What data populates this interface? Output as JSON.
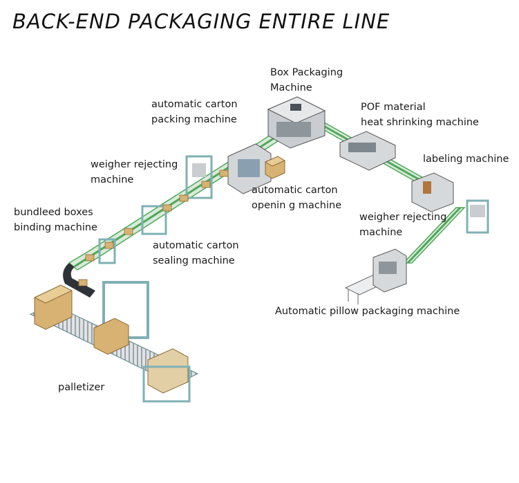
{
  "title": "BACK-END PACKAGING ENTIRE LINE",
  "labels": {
    "box_packaging": [
      "Box Packaging",
      "Machine"
    ],
    "carton_packing": [
      "automatic carton",
      "packing machine"
    ],
    "pof_shrinking": [
      "POF material",
      "heat shrinking machine"
    ],
    "weigher_rejecting_left": [
      "weigher rejecting",
      "machine"
    ],
    "labeling": [
      "labeling machine"
    ],
    "carton_opening": [
      "automatic carton",
      "openin g machine"
    ],
    "bundled_binding": [
      "bundleed boxes",
      "binding machine"
    ],
    "weigher_rejecting_right": [
      "weigher rejecting",
      "machine"
    ],
    "carton_sealing": [
      "automatic carton",
      "sealing machine"
    ],
    "pillow_packaging": [
      "Automatic pillow packaging machine"
    ],
    "palletizer": [
      "palletizer"
    ]
  },
  "colors": {
    "conveyor": "#4fa85a",
    "machine_frame": "#7fb0b4",
    "machine_body": "#c9ccd0",
    "box": "#d8b272"
  }
}
